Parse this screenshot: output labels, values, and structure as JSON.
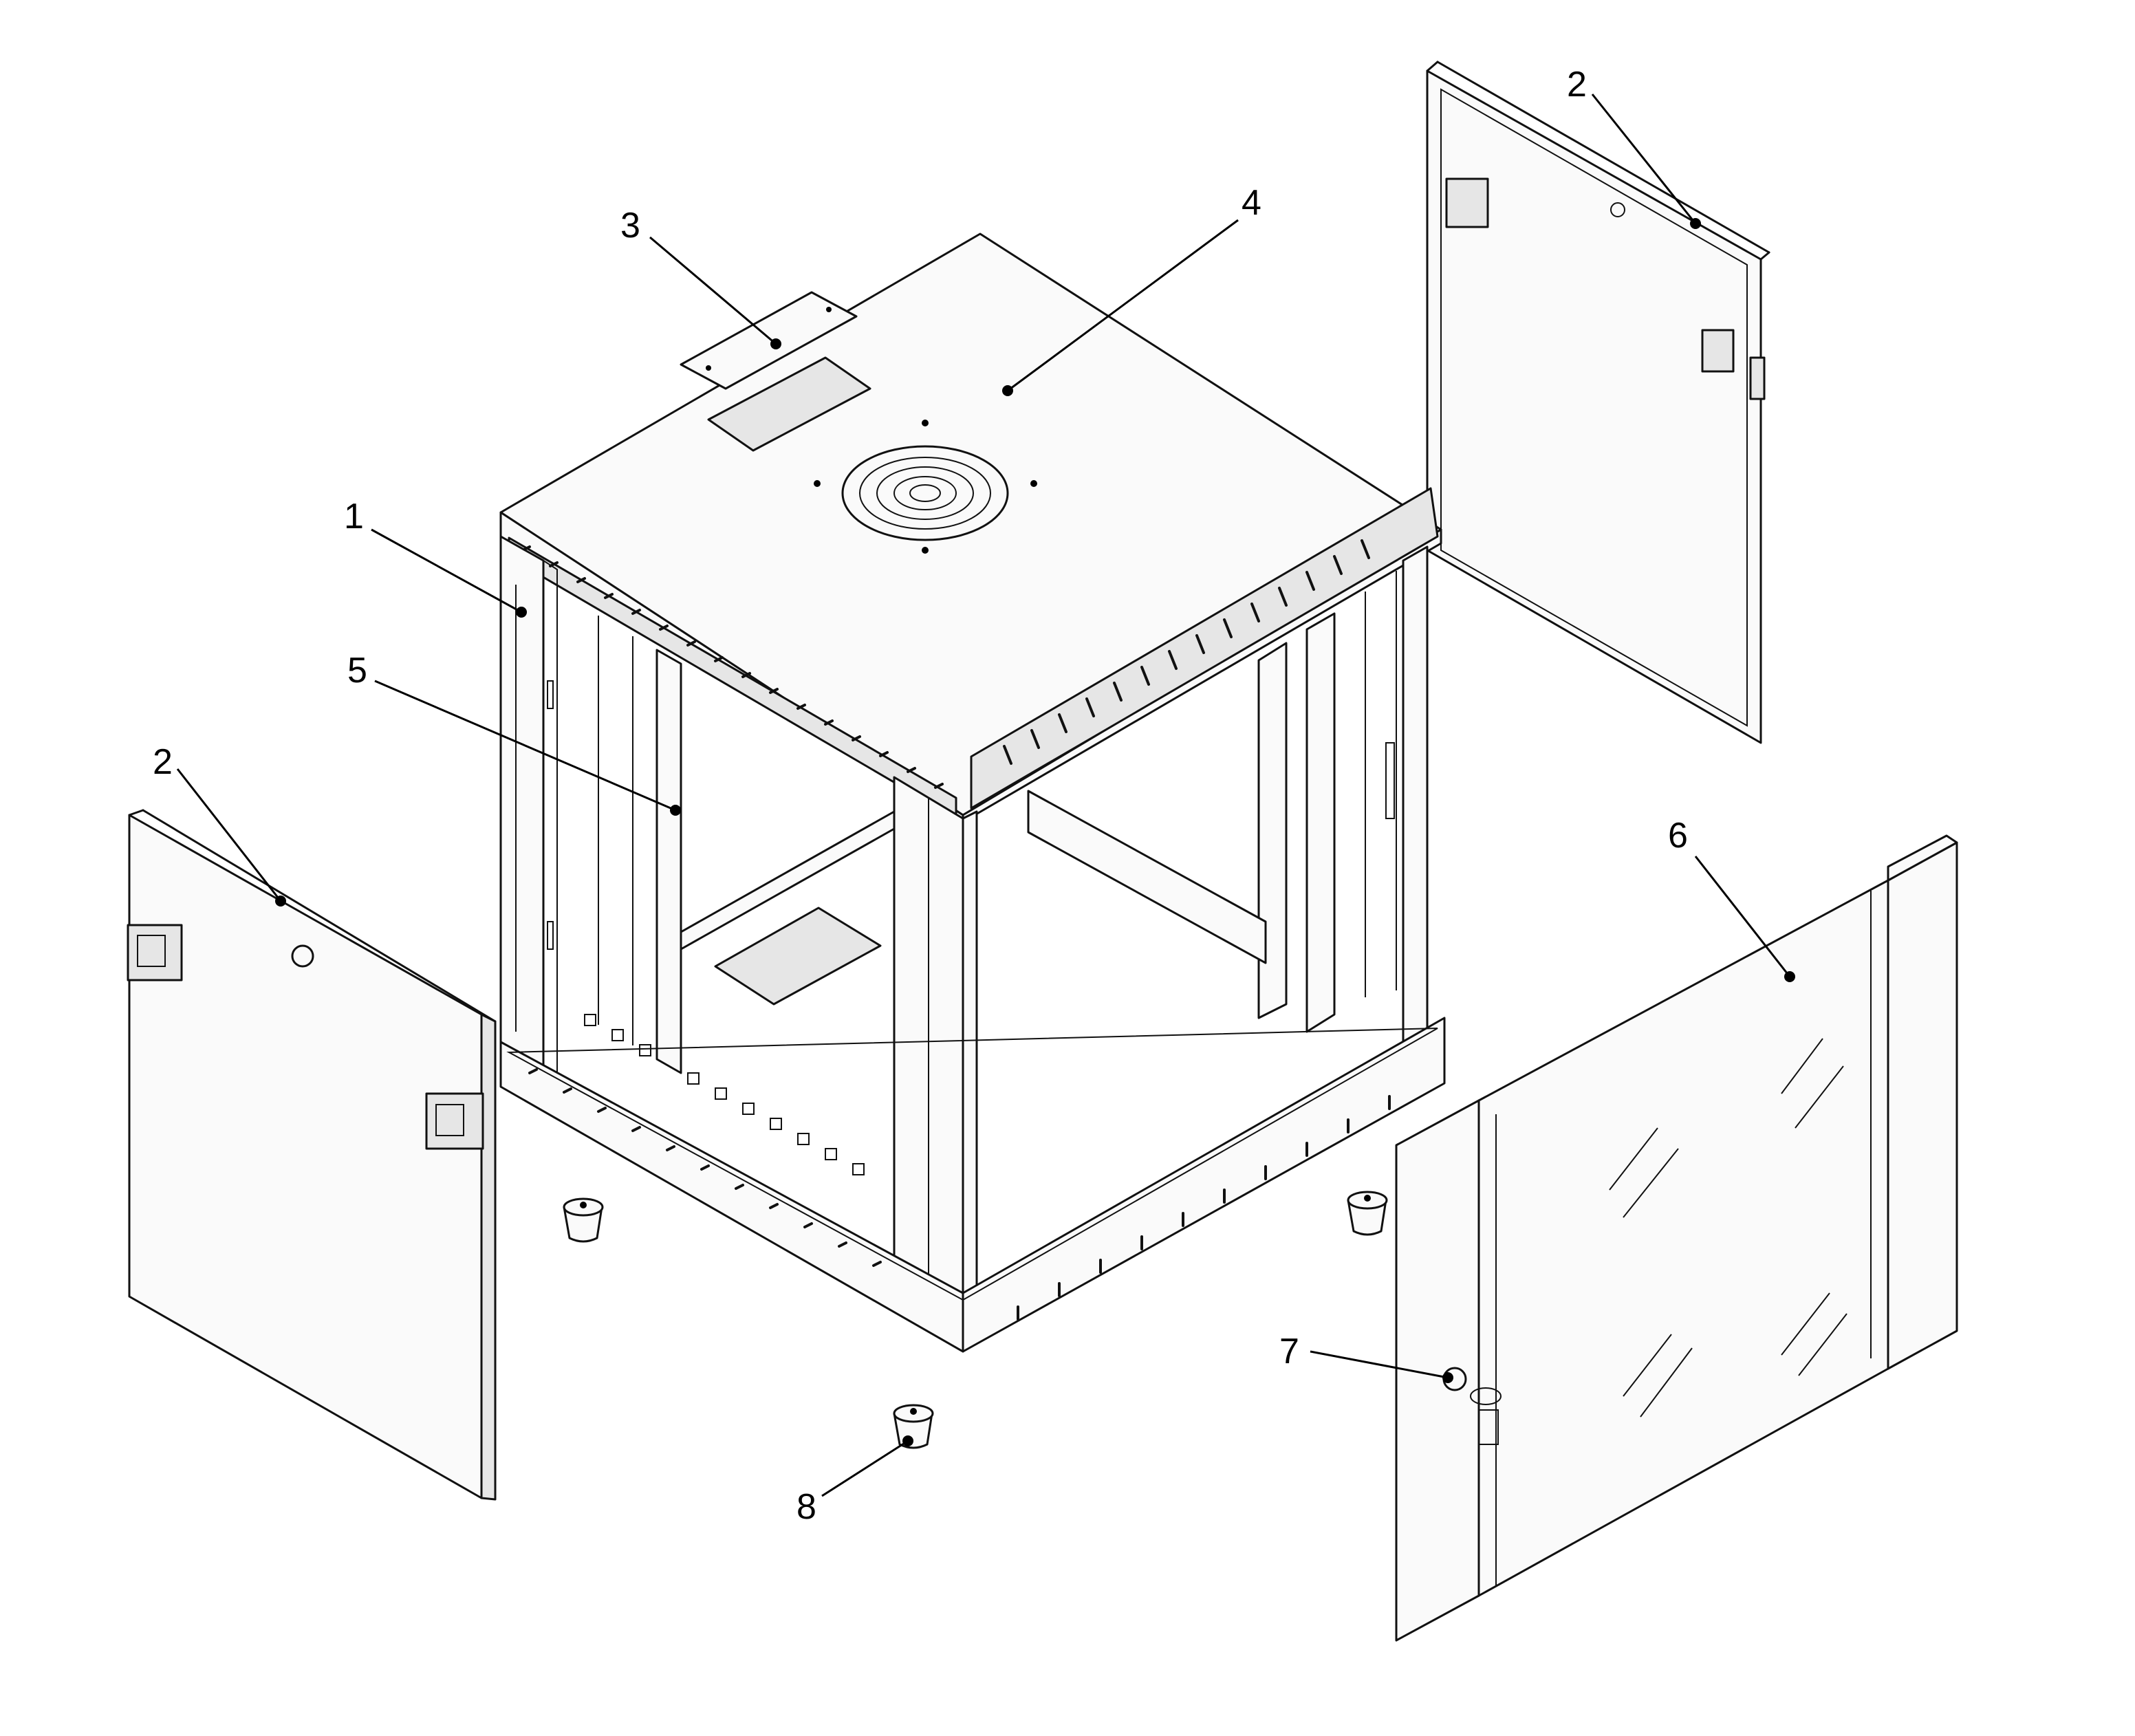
{
  "callouts": [
    {
      "id": "1",
      "label": "1"
    },
    {
      "id": "2a",
      "label": "2"
    },
    {
      "id": "2b",
      "label": "2"
    },
    {
      "id": "3",
      "label": "3"
    },
    {
      "id": "4",
      "label": "4"
    },
    {
      "id": "5",
      "label": "5"
    },
    {
      "id": "6",
      "label": "6"
    },
    {
      "id": "7",
      "label": "7"
    },
    {
      "id": "8",
      "label": "8"
    }
  ]
}
